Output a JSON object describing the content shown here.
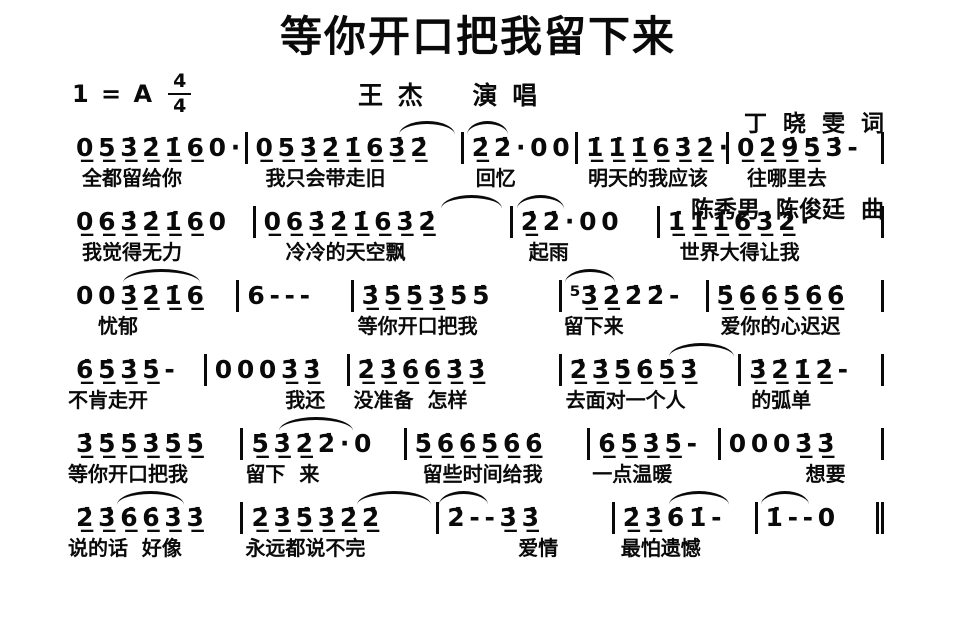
{
  "colors": {
    "ink": "#0a0a0a",
    "paper": "#ffffff"
  },
  "title": "等你开口把我留下来",
  "header": {
    "key": "1 = A",
    "time_numerator": "4",
    "time_denominator": "4",
    "performer": "王 杰    演 唱",
    "lyricist": "丁  晓  雯  词",
    "composer": "陈秀男  陈俊廷  曲"
  },
  "score": {
    "lines": [
      {
        "measures": [
          {
            "notes": "0̲ 5̲ 3̲̇ 2̲̇ 1̲̇ 6̲ 0 ·",
            "lyric": "全都留给你"
          },
          {
            "notes": "0̲ 5̲ 3̲̇ 2̲̇ 1̲̇ 6̲ 3̲̇ 2̲̇",
            "lyric": "我只会带走旧"
          },
          {
            "notes": "2̲̇ 2̇ · 0 0",
            "lyric": "回忆"
          },
          {
            "notes": "1̲̇ 1̲̇ 1̲̇ 6̲ 3̲̇ 2̲̇ ·",
            "lyric": "明天的我应该"
          },
          {
            "notes": "0̲ 2̲̇ 9̲̇ 5̲̇ 3̇ -",
            "lyric": "往哪里去"
          }
        ]
      },
      {
        "measures": [
          {
            "notes": "0̲ 6̲ 3̲̇ 2̲̇ 1̲̇ 6̲ 0",
            "lyric": "我觉得无力"
          },
          {
            "notes": "0̲ 6̲ 3̲̇ 2̲̇ 1̲̇ 6̲ 3̲̇ 2̲̇",
            "lyric": "冷冷的天空飘"
          },
          {
            "notes": "2̲̇ 2̇ · 0 0",
            "lyric": "起雨"
          },
          {
            "notes": "1̲̇ 1̲̇ 1̲̇ 6̲ 3̲̇ 2̲̇ ·",
            "lyric": "世界大得让我"
          }
        ]
      },
      {
        "measures": [
          {
            "notes": "0 0 3̲̇ 2̲̇ 1̲̇ 6̲",
            "lyric": "忧郁"
          },
          {
            "notes": "6 - - -",
            "lyric": ""
          },
          {
            "notes": "3̲̇ 5̲̇ 5̲̇ 3̲̇ 5̇ 5̇",
            "lyric": "等你开口把我"
          },
          {
            "notes": "⁵3̲̇ 2̲̇ 2̇ 2̇ -",
            "lyric": "留下来"
          },
          {
            "notes": "5̲̇ 6̲̇ 6̲̇ 5̲̇ 6̲̇ 6̲̇",
            "lyric": "爱你的心迟迟"
          }
        ]
      },
      {
        "measures": [
          {
            "notes": "6̲̇ 5̲̇ 3̲̇ 5̲̇ -",
            "lyric": "不肯走开"
          },
          {
            "notes": "0 0 0 3̲̇ 3̲̇",
            "lyric": "我还"
          },
          {
            "notes": "2̲̇ 3̲̇ 6̲̇ 6̲̇ 3̲̇ 3̲̇",
            "lyric": "没准备  怎样"
          },
          {
            "notes": "2̲̇ 3̲̇ 5̲̇ 6̲̇ 5̲̇ 3̲̇",
            "lyric": "去面对一个人"
          },
          {
            "notes": "3̲̇ 2̲̇ 1̲̇ 2̲̇ -",
            "lyric": "的弧单"
          }
        ]
      },
      {
        "measures": [
          {
            "notes": "3̲̇ 5̲̇ 5̲̇ 3̲̇ 5̲̇ 5̲̇",
            "lyric": "等你开口把我"
          },
          {
            "notes": "5̲̇ 3̲̇ 2̲̇ 2̇ · 0",
            "lyric": "留下  来"
          },
          {
            "notes": "5̲̇ 6̲̇ 6̲̇ 5̲̇ 6̲̇ 6̲̇",
            "lyric": "留些时间给我"
          },
          {
            "notes": "6̲̇ 5̲̇ 3̲̇ 5̲̇ -",
            "lyric": "一点温暖"
          },
          {
            "notes": "0 0 0 3̲̇ 3̲̇",
            "lyric": "想要"
          }
        ]
      },
      {
        "measures": [
          {
            "notes": "2̲̇ 3̲̇ 6̲̇ 6̲̇ 3̲̇ 3̲̇",
            "lyric": "说的话  好像"
          },
          {
            "notes": "2̲̇ 3̲̇ 5̲̇ 3̲̇ 2̲̇ 2̲̇",
            "lyric": "永远都说不完"
          },
          {
            "notes": "2̇ - - 3̲̇ 3̲̇",
            "lyric": "爱情"
          },
          {
            "notes": "2̲̇ 3̲̇ 6̇ 1̇ -",
            "lyric": "最怕遗憾"
          },
          {
            "notes": "1̇ - - 0",
            "lyric": ""
          }
        ]
      }
    ]
  }
}
